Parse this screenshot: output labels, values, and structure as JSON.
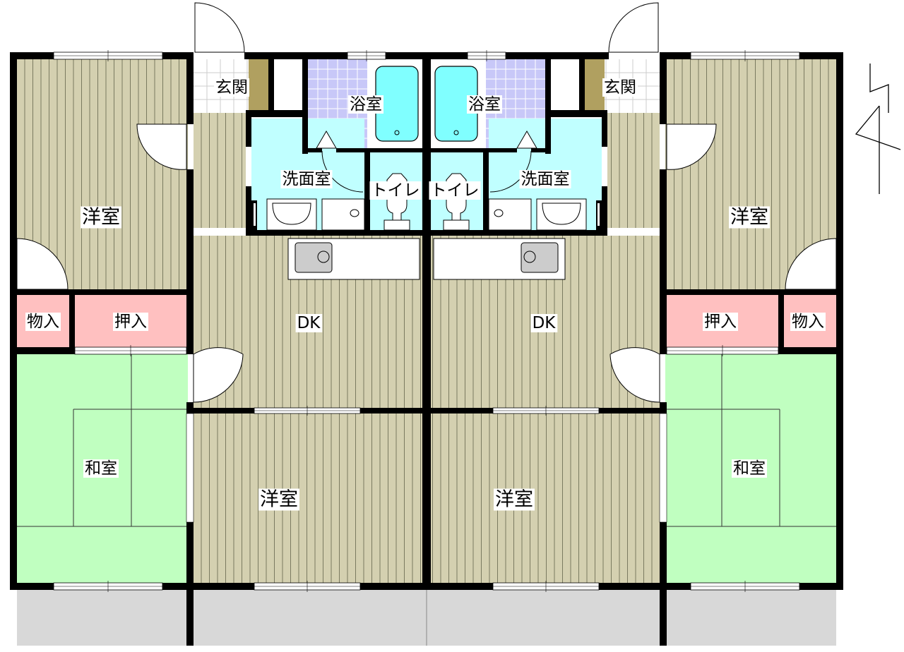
{
  "plan": {
    "colors": {
      "wall": "#000000",
      "wood_floor": "#d4d0b0",
      "tatami": "#c0ffc0",
      "closet": "#ffc0c0",
      "wash_toilet": "#c0ffff",
      "bath_tile": "#c8c8f8",
      "balcony": "#d8d8d8",
      "entry_shelf": "#b0a060"
    },
    "left_unit": {
      "genkan": "玄関",
      "bath": "浴室",
      "washroom": "洗面室",
      "toilet": "トイレ",
      "western_room_1": "洋室",
      "dk": "DK",
      "storage": "物入",
      "closet": "押入",
      "japanese_room": "和室",
      "western_room_2": "洋室"
    },
    "right_unit": {
      "genkan": "玄関",
      "bath": "浴室",
      "washroom": "洗面室",
      "toilet": "トイレ",
      "western_room_1": "洋室",
      "dk": "DK",
      "storage": "物入",
      "closet": "押入",
      "japanese_room": "和室",
      "western_room_2": "洋室"
    },
    "north_arrow_icon": "north-arrow-icon"
  }
}
